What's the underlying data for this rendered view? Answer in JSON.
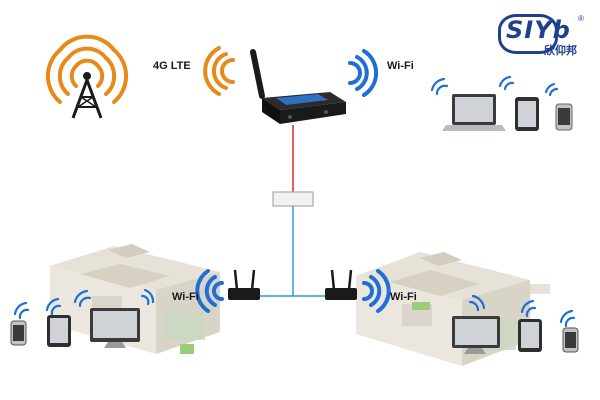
{
  "labels": {
    "lte": "4G LTE",
    "wifi_top": "Wi-Fi",
    "wifi_left": "Wi-Fi",
    "wifi_right": "Wi-Fi"
  },
  "brand": {
    "logo_text": "SIYb",
    "logo_cn": "欣仰邦",
    "reg_mark": "®"
  },
  "colors": {
    "brand_blue": "#1f3f8f",
    "lte_orange": "#e88a1a",
    "wifi_blue": "#1f6fd6",
    "red_line": "#e0262b",
    "blue_line": "#2a9fd6"
  }
}
